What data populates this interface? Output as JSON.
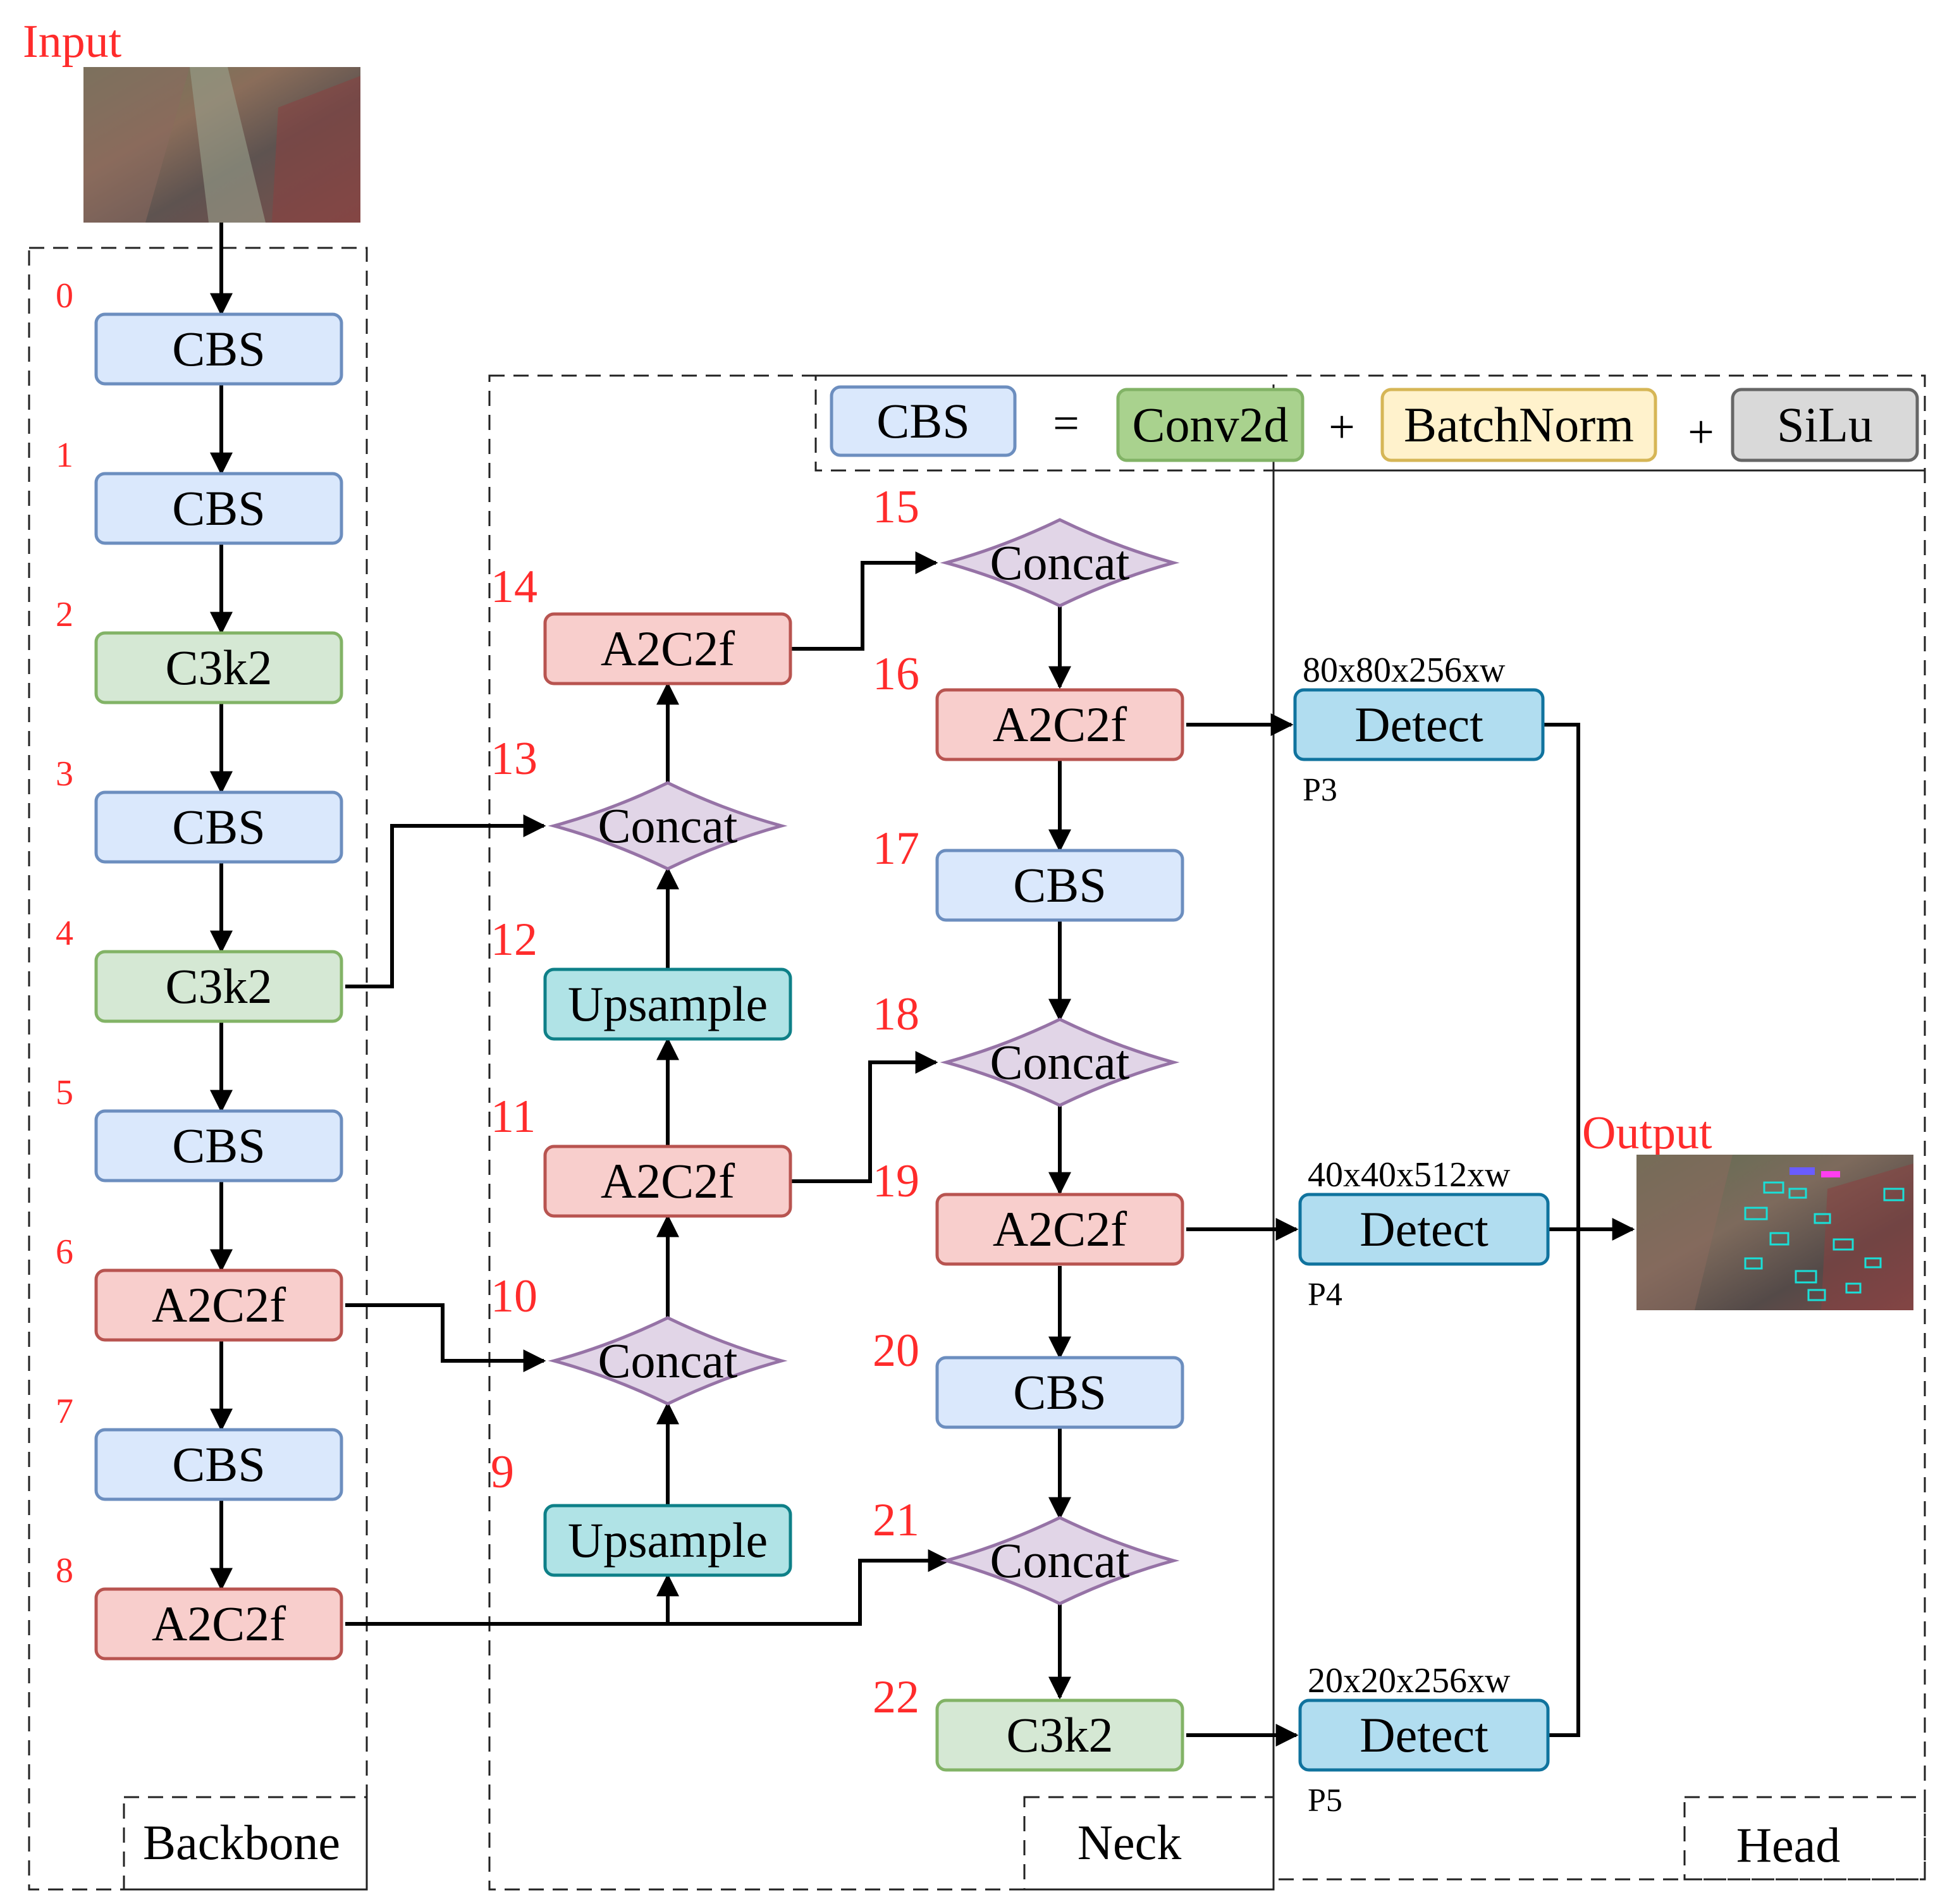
{
  "colors": {
    "cbs_fill": "#dae8fc",
    "cbs_stroke": "#6c8ebf",
    "c3k2_fill": "#d5e8d4",
    "c3k2_stroke": "#82b366",
    "a2c2f_fill": "#f8cecc",
    "a2c2f_stroke": "#b85450",
    "upsample_fill": "#b0e3e6",
    "upsample_stroke": "#0e8088",
    "concat_fill": "#e1d5e7",
    "concat_stroke": "#9673a6",
    "detect_fill": "#b1ddf0",
    "detect_stroke": "#10739e",
    "conv_fill": "#a9d28e",
    "conv_stroke": "#82b366",
    "bn_fill": "#fff2cc",
    "bn_stroke": "#d6b656",
    "silu_fill": "#d9d9d9",
    "silu_stroke": "#666666",
    "red_text": "#ff2b2b"
  },
  "labels": {
    "input": "Input",
    "output": "Output",
    "backbone": "Backbone",
    "neck": "Neck",
    "head": "Head"
  },
  "legend": {
    "cbs": "CBS",
    "eq": "=",
    "conv": "Conv2d",
    "plus1": "+",
    "bn": "BatchNorm",
    "plus2": "+",
    "silu": "SiLu"
  },
  "backbone": [
    {
      "idx": "0",
      "label": "CBS",
      "kind": "cbs"
    },
    {
      "idx": "1",
      "label": "CBS",
      "kind": "cbs"
    },
    {
      "idx": "2",
      "label": "C3k2",
      "kind": "c3k2"
    },
    {
      "idx": "3",
      "label": "CBS",
      "kind": "cbs"
    },
    {
      "idx": "4",
      "label": "C3k2",
      "kind": "c3k2"
    },
    {
      "idx": "5",
      "label": "CBS",
      "kind": "cbs"
    },
    {
      "idx": "6",
      "label": "A2C2f",
      "kind": "a2c2f"
    },
    {
      "idx": "7",
      "label": "CBS",
      "kind": "cbs"
    },
    {
      "idx": "8",
      "label": "A2C2f",
      "kind": "a2c2f"
    }
  ],
  "neck_mid": [
    {
      "idx": "9",
      "label": "Upsample",
      "kind": "upsample"
    },
    {
      "idx": "10",
      "label": "Concat",
      "kind": "concat"
    },
    {
      "idx": "11",
      "label": "A2C2f",
      "kind": "a2c2f"
    },
    {
      "idx": "12",
      "label": "Upsample",
      "kind": "upsample"
    },
    {
      "idx": "13",
      "label": "Concat",
      "kind": "concat"
    },
    {
      "idx": "14",
      "label": "A2C2f",
      "kind": "a2c2f"
    }
  ],
  "neck_right": [
    {
      "idx": "15",
      "label": "Concat",
      "kind": "concat"
    },
    {
      "idx": "16",
      "label": "A2C2f",
      "kind": "a2c2f"
    },
    {
      "idx": "17",
      "label": "CBS",
      "kind": "cbs"
    },
    {
      "idx": "18",
      "label": "Concat",
      "kind": "concat"
    },
    {
      "idx": "19",
      "label": "A2C2f",
      "kind": "a2c2f"
    },
    {
      "idx": "20",
      "label": "CBS",
      "kind": "cbs"
    },
    {
      "idx": "21",
      "label": "Concat",
      "kind": "concat"
    },
    {
      "idx": "22",
      "label": "C3k2",
      "kind": "c3k2"
    }
  ],
  "head": [
    {
      "label": "Detect",
      "level": "P3",
      "shape": "80x80x256xw"
    },
    {
      "label": "Detect",
      "level": "P4",
      "shape": "40x40x512xw"
    },
    {
      "label": "Detect",
      "level": "P5",
      "shape": "20x20x256xw"
    }
  ]
}
